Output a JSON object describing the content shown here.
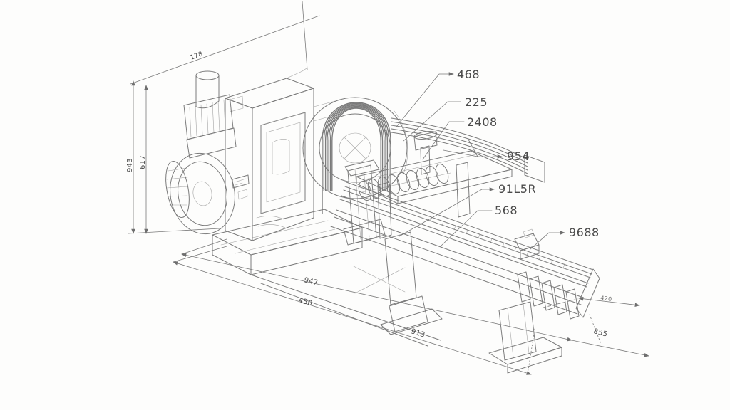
{
  "meta": {
    "type": "technical-line-drawing",
    "subject": "isometric pencil-style engineering drawing of an industrial tube-bending machine with dimension lines and part callouts"
  },
  "colors": {
    "background": "#fdfdfc",
    "line": "#6a6a6a",
    "dimension": "#7a7a7a",
    "text": "#4a4a4a"
  },
  "callouts": {
    "c468": "468",
    "c225": "225",
    "c2408": "2408",
    "c954": "954",
    "c91l5r": "91L5R",
    "c568": "568",
    "c9688": "9688"
  },
  "dimensions": {
    "top_diagonal": "178",
    "left_outer": "943",
    "left_inner": "617",
    "bottom_first": "947",
    "bottom_second": "450",
    "bottom_center": "913",
    "bottom_right": "855",
    "bottom_small": "420"
  }
}
